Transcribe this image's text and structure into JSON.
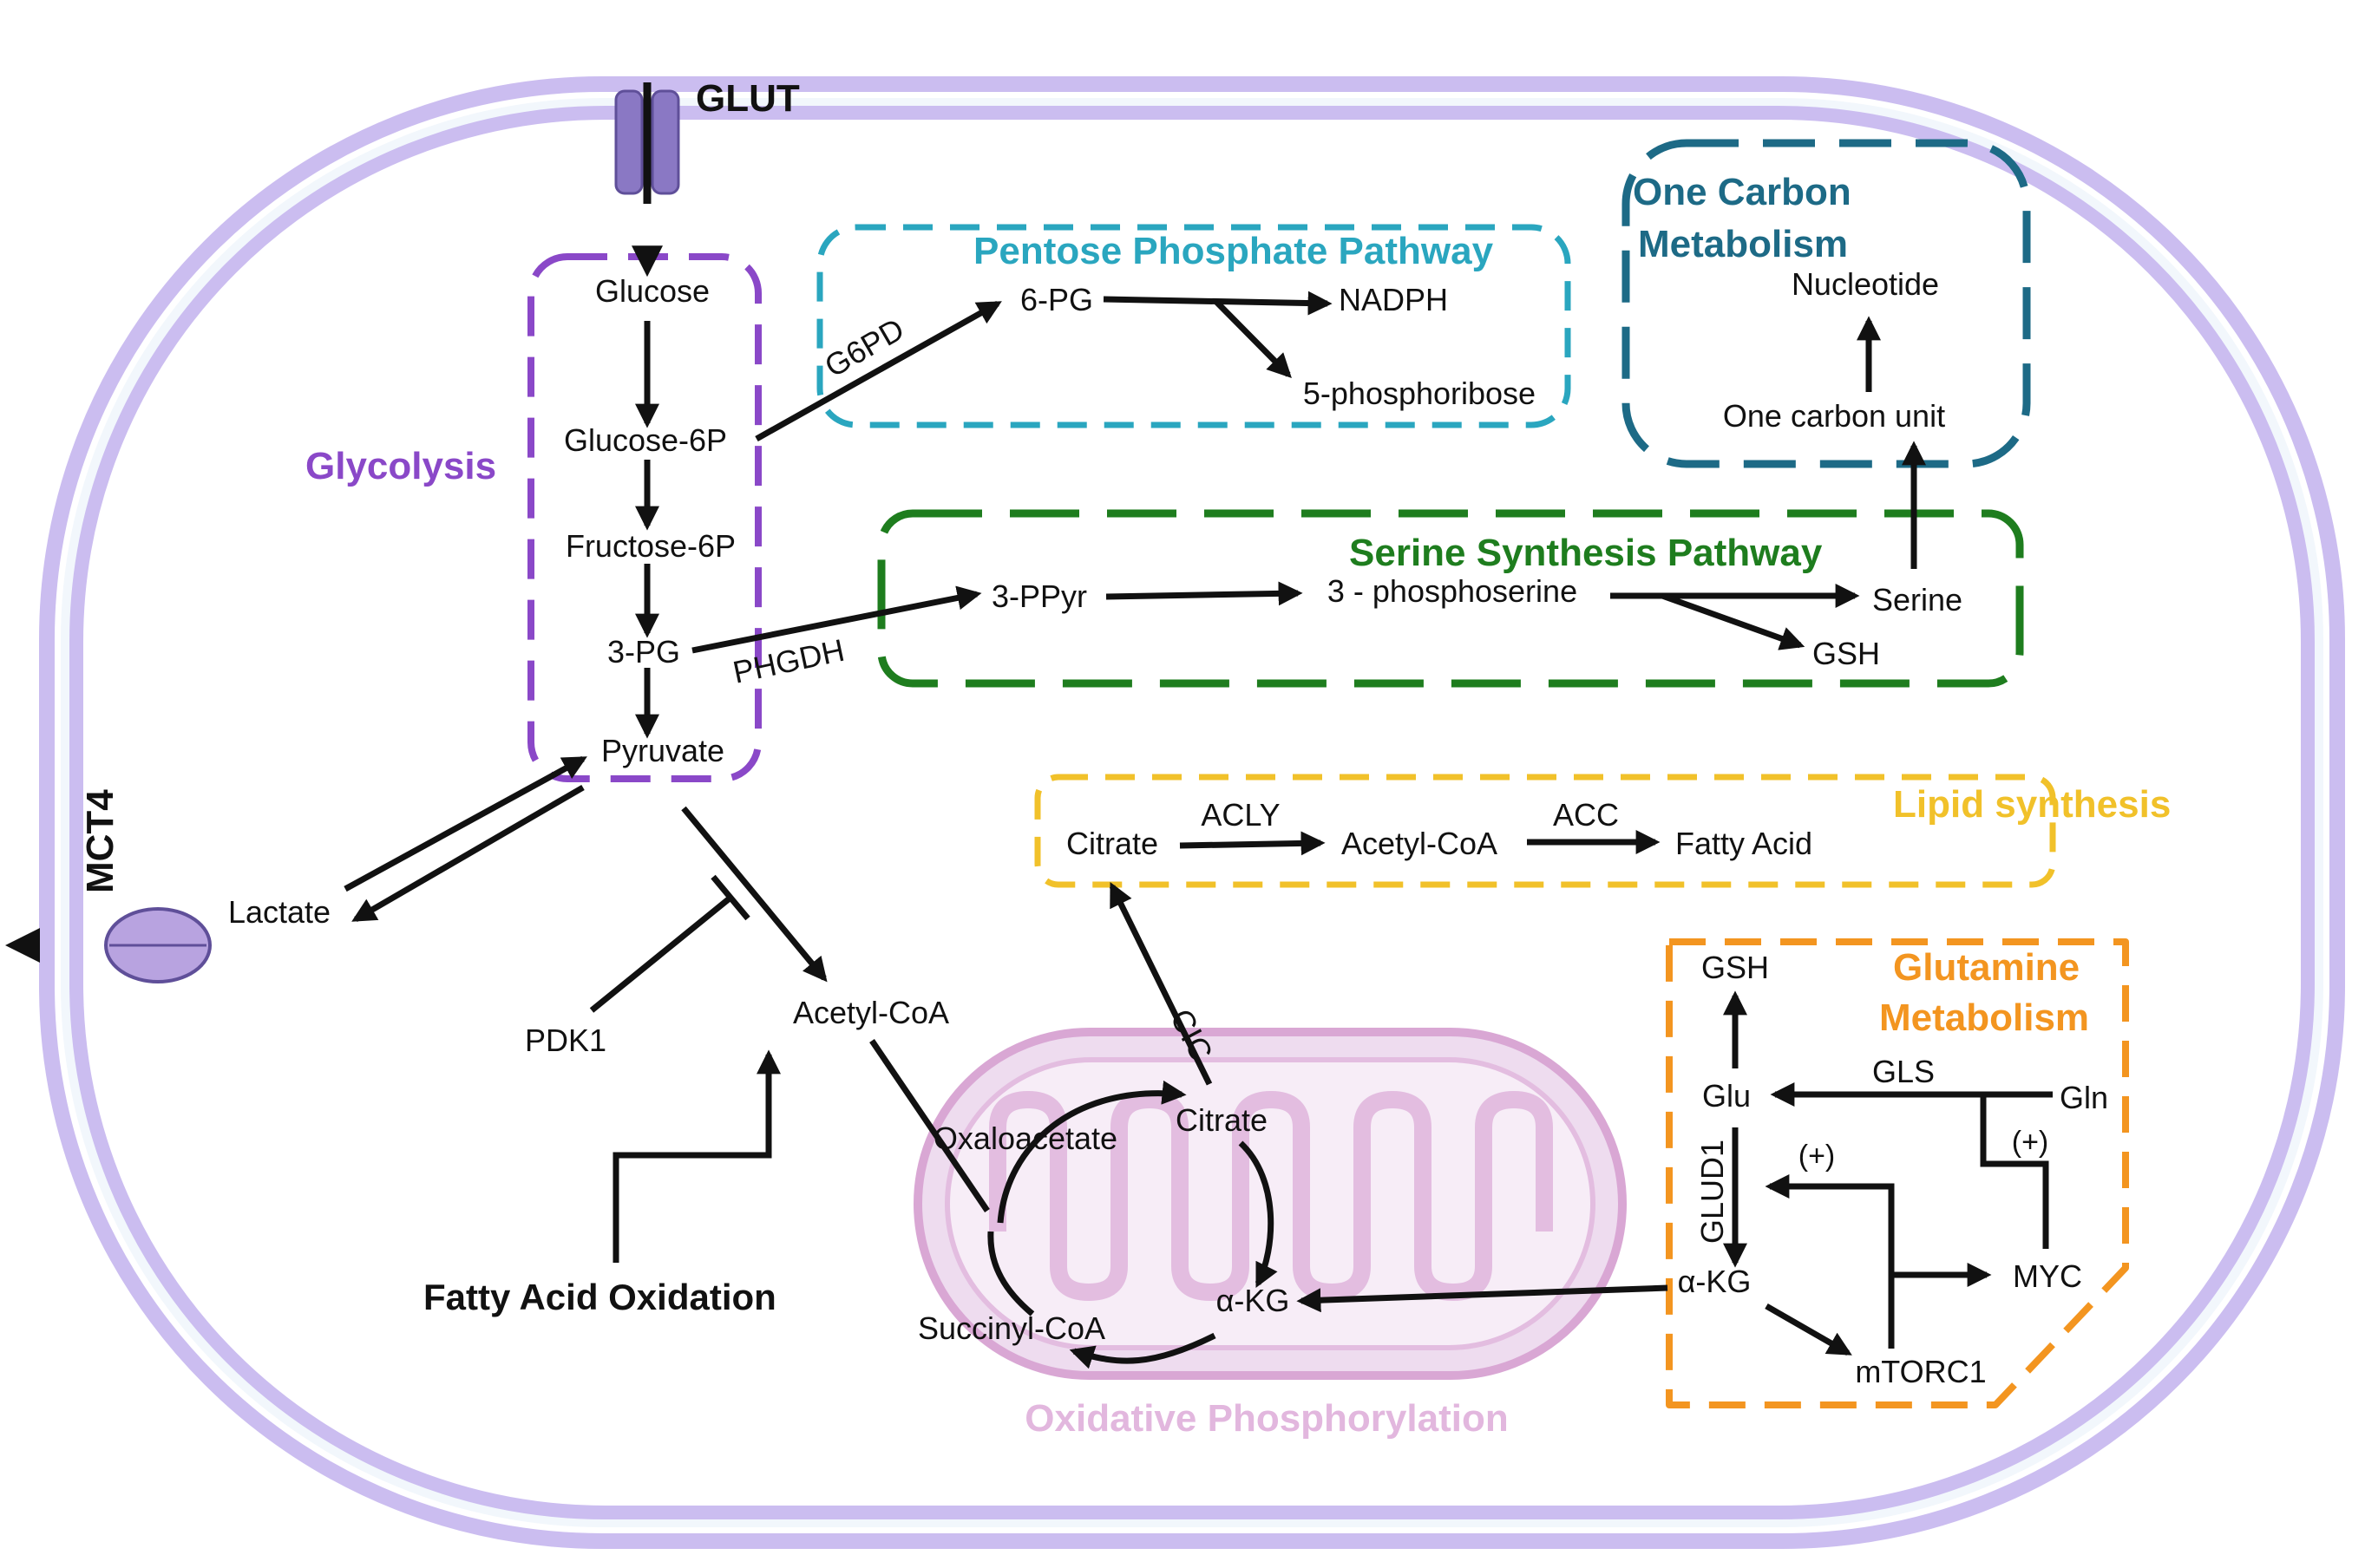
{
  "colors": {
    "membrane": "#cbbdf0",
    "membrane_inner": "#f2f7fc",
    "glycolysis": "#8a48c8",
    "pentose": "#2aa6bf",
    "one_carbon": "#1d6a86",
    "serine": "#1e7d1e",
    "lipid": "#f1c12a",
    "glutamine": "#f39520",
    "oxphos": "#d9a7d4",
    "transporter": "#8a78c4",
    "black": "#111111"
  },
  "transporters": {
    "glut": "GLUT",
    "mct4": "MCT4"
  },
  "pathways": {
    "glycolysis": "Glycolysis",
    "pentose": "Pentose Phosphate Pathway",
    "one_carbon_line1": "One Carbon",
    "one_carbon_line2": "Metabolism",
    "serine": "Serine Synthesis Pathway",
    "lipid": "Lipid synthesis",
    "glutamine_line1": "Glutamine",
    "glutamine_line2": "Metabolism",
    "oxphos": "Oxidative Phosphorylation",
    "fao": "Fatty Acid Oxidation"
  },
  "metabolites": {
    "glucose": "Glucose",
    "glucose6p": "Glucose-6P",
    "fructose6p": "Fructose-6P",
    "pg3": "3-PG",
    "pyruvate": "Pyruvate",
    "lactate": "Lactate",
    "pg6": "6-PG",
    "nadph": "NADPH",
    "phosphoribose": "5-phosphoribose",
    "nucleotide": "Nucleotide",
    "one_carbon_unit": "One carbon unit",
    "ppyr": "3-PPyr",
    "phosphoserine": "3 - phosphoserine",
    "serine": "Serine",
    "gsh_serine": "GSH",
    "citrate_lipid": "Citrate",
    "acetylcoa_lipid": "Acetyl-CoA",
    "fatty_acid": "Fatty Acid",
    "acetylcoa": "Acetyl-CoA",
    "pdk1": "PDK1",
    "oxaloacetate": "Oxaloacetate",
    "citrate_tca": "Citrate",
    "akg_tca": "α-KG",
    "succinylcoa": "Succinyl-CoA",
    "gsh_glut": "GSH",
    "glu": "Glu",
    "gln": "Gln",
    "akg_glut": "α-KG",
    "myc": "MYC",
    "mtorc1": "mTORC1"
  },
  "enzymes": {
    "g6pd": "G6PD",
    "phgdh": "PHGDH",
    "acly": "ACLY",
    "acc": "ACC",
    "cic": "CIC",
    "gls": "GLS",
    "glud1": "GLUD1",
    "plus1": "(+)",
    "plus2": "(+)"
  }
}
